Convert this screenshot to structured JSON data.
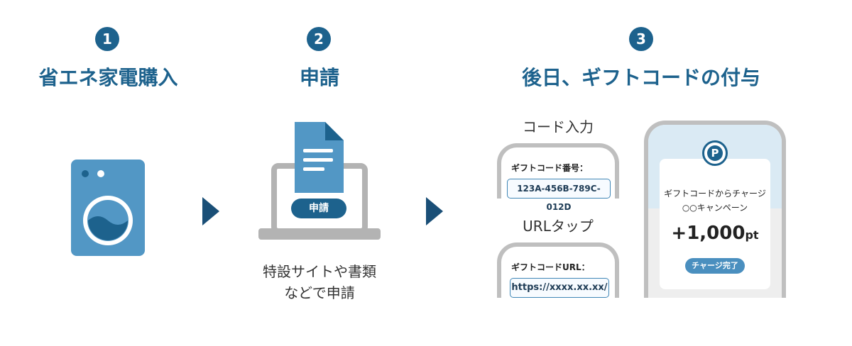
{
  "steps": [
    {
      "number": "1",
      "title": "省エネ家電購入"
    },
    {
      "number": "2",
      "title": "申請",
      "button_label": "申請",
      "caption_line1": "特設サイトや書類",
      "caption_line2": "などで申請"
    },
    {
      "number": "3",
      "title": "後日、ギフトコードの付与"
    }
  ],
  "code_entry": {
    "heading": "コード入力",
    "field_label": "ギフトコード番号：",
    "field_value": "123A-456B-789C-012D"
  },
  "url_tap": {
    "heading": "URLタップ",
    "field_label": "ギフトコードURL：",
    "field_value": "https://xxxx.xx.xx/"
  },
  "charge": {
    "logo": "P",
    "line1": "ギフトコードからチャージ",
    "line2": "○○キャンペーン",
    "points_value": "+1,000",
    "points_unit": "pt",
    "button_label": "チャージ完了"
  },
  "colors": {
    "brand": "#1d628d",
    "icon_blue": "#5297c5",
    "arrow": "#1a4f77"
  }
}
